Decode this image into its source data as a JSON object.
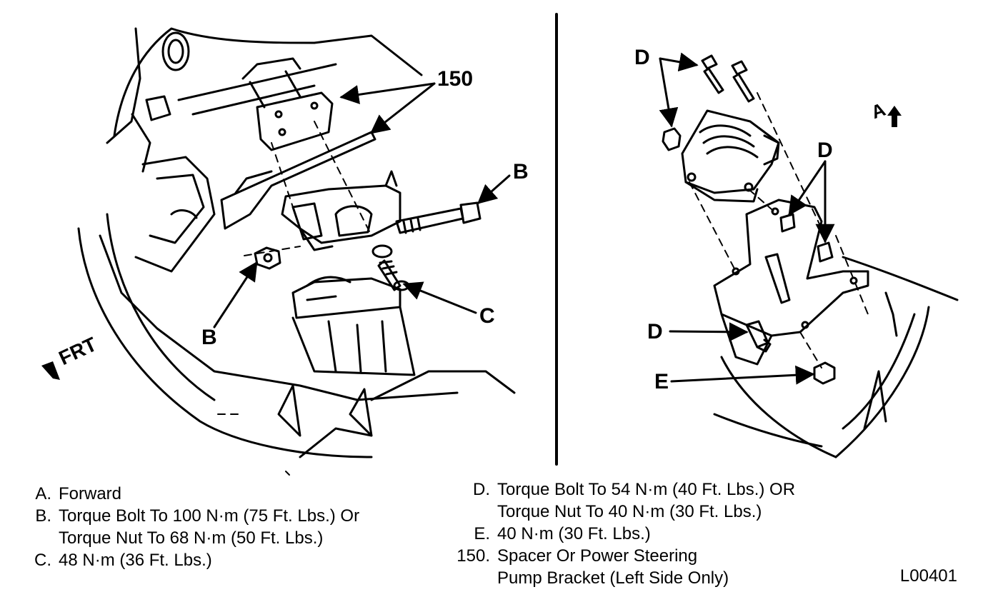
{
  "callouts": {
    "a": "A",
    "b_upper": "B",
    "b_lower": "B",
    "c": "C",
    "d_top": "D",
    "d_mid": "D",
    "d_low": "D",
    "e": "E",
    "n150": "150",
    "frt": "FRT"
  },
  "legend_left": [
    {
      "key": "A.",
      "lines": [
        "Forward"
      ]
    },
    {
      "key": "B.",
      "lines": [
        "Torque Bolt To 100 N·m (75 Ft. Lbs.) Or",
        "Torque Nut To 68 N·m (50 Ft. Lbs.)"
      ]
    },
    {
      "key": "C.",
      "lines": [
        "48 N·m (36 Ft. Lbs.)"
      ]
    }
  ],
  "legend_right": [
    {
      "key": "D.",
      "lines": [
        "Torque Bolt To 54 N·m (40 Ft. Lbs.) OR",
        "Torque Nut To 40 N·m (30 Ft. Lbs.)"
      ]
    },
    {
      "key": "E.",
      "lines": [
        "40 N·m (30 Ft. Lbs.)"
      ]
    },
    {
      "key": "150.",
      "lines": [
        "Spacer Or Power Steering",
        "Pump Bracket (Left Side Only)"
      ]
    }
  ],
  "figure_id": "L00401"
}
